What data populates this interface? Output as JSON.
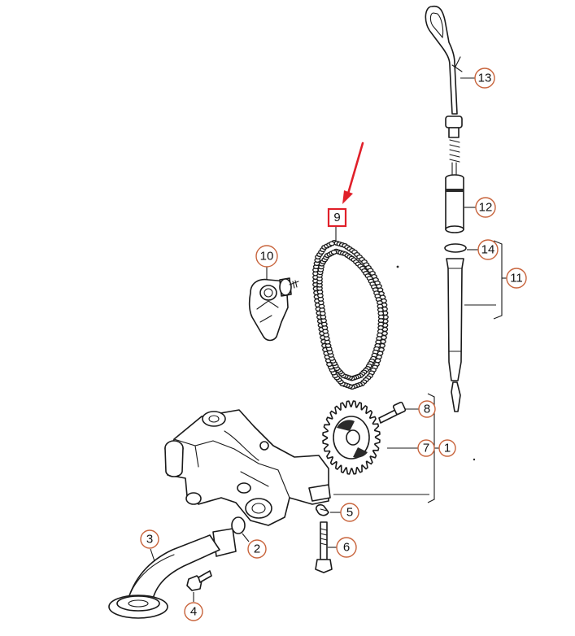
{
  "colors": {
    "callout_ring": "#c8643c",
    "highlight": "#e0202a",
    "line": "#1a1a1a"
  },
  "callouts": [
    {
      "id": "1",
      "label": "1"
    },
    {
      "id": "2",
      "label": "2"
    },
    {
      "id": "3",
      "label": "3"
    },
    {
      "id": "4",
      "label": "4"
    },
    {
      "id": "5",
      "label": "5"
    },
    {
      "id": "6",
      "label": "6"
    },
    {
      "id": "7",
      "label": "7"
    },
    {
      "id": "8",
      "label": "8"
    },
    {
      "id": "9",
      "label": "9",
      "highlighted": true
    },
    {
      "id": "10",
      "label": "10"
    },
    {
      "id": "11",
      "label": "11"
    },
    {
      "id": "12",
      "label": "12"
    },
    {
      "id": "13",
      "label": "13"
    },
    {
      "id": "14",
      "label": "14"
    }
  ]
}
